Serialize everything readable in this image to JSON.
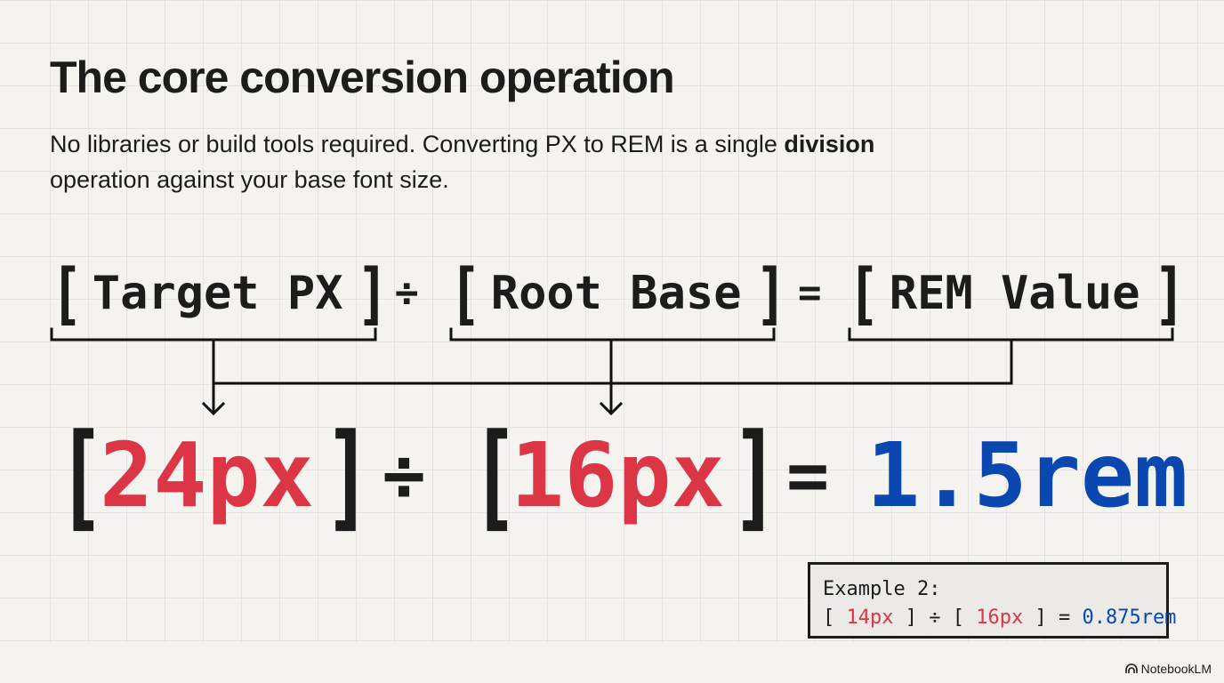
{
  "slide": {
    "title": "The core conversion operation",
    "subtitle_part1": "No libraries or build tools required. Converting PX to REM is a single ",
    "subtitle_bold": "division",
    "subtitle_part2": " operation against your base font size."
  },
  "formula": {
    "open_bracket": "[",
    "close_bracket": "]",
    "term1": "Target PX",
    "divide": "÷",
    "term2": "Root Base",
    "equals": "=",
    "term3": "REM Value"
  },
  "example1": {
    "open_bracket": "[",
    "close_bracket": "]",
    "target": "24px",
    "divide": "÷",
    "root": "16px",
    "equals": "=",
    "result": "1.5rem"
  },
  "example2": {
    "label": "Example 2:",
    "open_bracket": "[",
    "close_bracket": "]",
    "target": "14px",
    "divide": "÷",
    "root": "16px",
    "equals": "=",
    "result": "0.875rem"
  },
  "colors": {
    "background": "#f4f3ef",
    "text": "#1c1c1c",
    "px_value": "#dc3545",
    "rem_value": "#0a47b0",
    "box_fill": "#ebeae6"
  },
  "brand": {
    "icon": "notebooklm-icon",
    "label": "NotebookLM"
  }
}
